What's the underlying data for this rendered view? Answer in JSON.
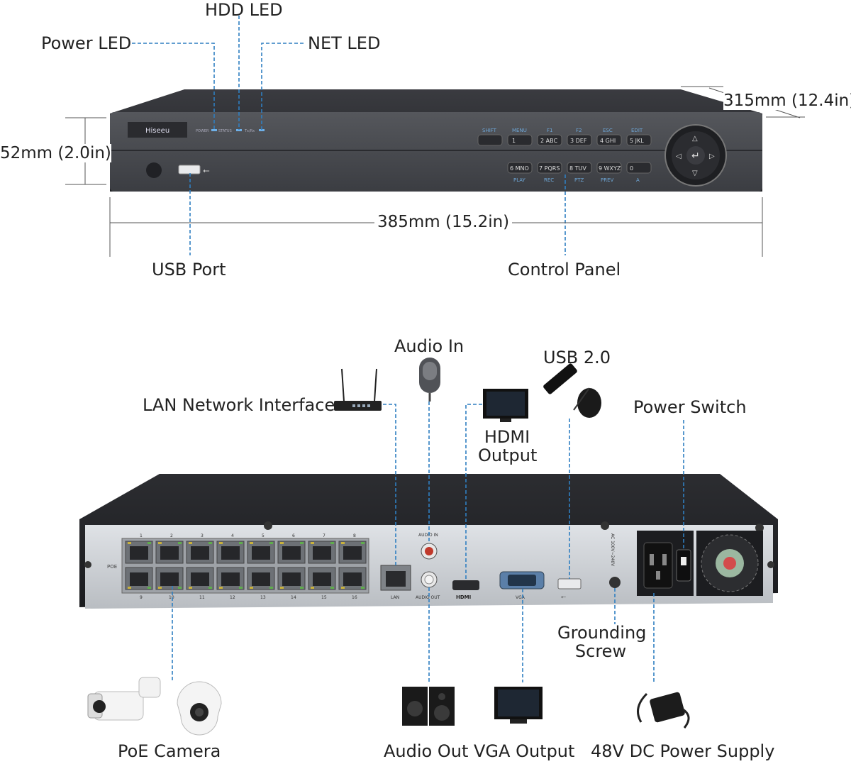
{
  "front": {
    "labels": {
      "hdd_led": "HDD LED",
      "power_led": "Power LED",
      "net_led": "NET LED",
      "usb_port": "USB Port",
      "control_panel": "Control Panel"
    },
    "dimensions": {
      "depth": "315mm (12.4in)",
      "height": "52mm (2.0in)",
      "width": "385mm (15.2in)"
    },
    "brand": "Hiseeu",
    "led_labels": [
      "POWER",
      "STATUS",
      "Tx/Rx"
    ],
    "top_keys": [
      "SHIFT",
      "MENU",
      "F1",
      "F2",
      "ESC",
      "EDIT"
    ],
    "key_row1": [
      "",
      "1",
      "2 ABC",
      "3 DEF",
      "4 GHI",
      "5 JKL"
    ],
    "key_row2": [
      "6 MNO",
      "7 PQRS",
      "8 TUV",
      "9 WXYZ",
      "0"
    ],
    "bottom_keys": [
      "PLAY",
      "REC",
      "PTZ",
      "PREV",
      "A"
    ]
  },
  "rear": {
    "labels": {
      "audio_in": "Audio In",
      "usb_20": "USB 2.0",
      "lan": "LAN Network Interface",
      "power_switch": "Power Switch",
      "hdmi_line1": "HDMI",
      "hdmi_line2": "Output",
      "grounding_line1": "Grounding",
      "grounding_line2": "Screw",
      "poe_camera": "PoE Camera",
      "audio_out": "Audio Out",
      "vga_output": "VGA Output",
      "power_supply": "48V DC Power Supply"
    },
    "panel_text": {
      "poe": "POE",
      "port_numbers_top": [
        "1",
        "2",
        "3",
        "4",
        "5",
        "6",
        "7",
        "8"
      ],
      "port_numbers_bottom": [
        "9",
        "10",
        "11",
        "12",
        "13",
        "14",
        "15",
        "16"
      ],
      "lan": "LAN",
      "audio_in": "AUDIO IN",
      "audio_out": "AUDIO OUT",
      "hdmi": "HDMI",
      "vga": "VGA",
      "ac": "AC 100V~240V"
    }
  },
  "colors": {
    "leader": "#2f7fc1",
    "device_body": "#2b2c30",
    "device_face": "#3d3f44",
    "rear_plate": "#cfd2d6",
    "text": "#222222"
  }
}
